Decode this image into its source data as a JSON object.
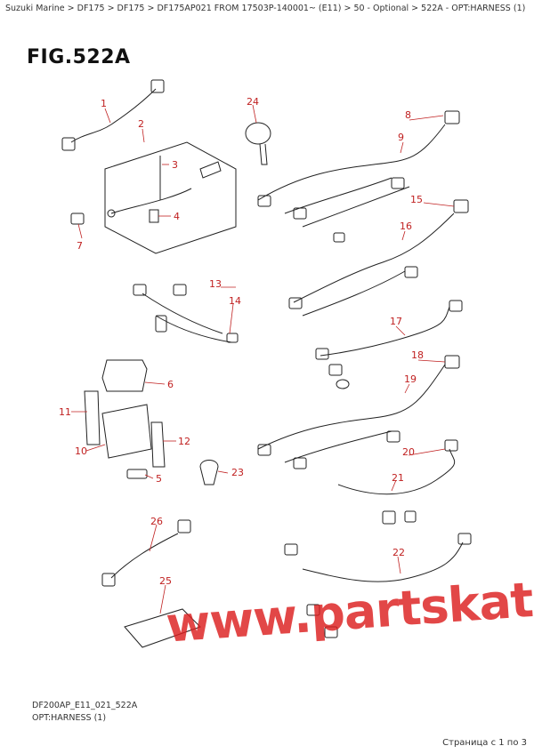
{
  "breadcrumb": "Suzuki Marine > DF175 > DF175 > DF175AP021 FROM 17503P-140001~ (E11) > 50 - Optional > 522A - OPT:HARNESS (1)",
  "figure": {
    "title": "FIG.522A"
  },
  "callouts": [
    {
      "id": "c1",
      "label": "1"
    },
    {
      "id": "c2",
      "label": "2"
    },
    {
      "id": "c3",
      "label": "3"
    },
    {
      "id": "c4",
      "label": "4"
    },
    {
      "id": "c5",
      "label": "5"
    },
    {
      "id": "c6",
      "label": "6"
    },
    {
      "id": "c7",
      "label": "7"
    },
    {
      "id": "c8",
      "label": "8"
    },
    {
      "id": "c9",
      "label": "9"
    },
    {
      "id": "c10",
      "label": "10"
    },
    {
      "id": "c11",
      "label": "11"
    },
    {
      "id": "c12",
      "label": "12"
    },
    {
      "id": "c13",
      "label": "13"
    },
    {
      "id": "c14",
      "label": "14"
    },
    {
      "id": "c15",
      "label": "15"
    },
    {
      "id": "c16",
      "label": "16"
    },
    {
      "id": "c17",
      "label": "17"
    },
    {
      "id": "c18",
      "label": "18"
    },
    {
      "id": "c19",
      "label": "19"
    },
    {
      "id": "c20",
      "label": "20"
    },
    {
      "id": "c21",
      "label": "21"
    },
    {
      "id": "c22",
      "label": "22"
    },
    {
      "id": "c23",
      "label": "23"
    },
    {
      "id": "c24",
      "label": "24"
    },
    {
      "id": "c25",
      "label": "25"
    },
    {
      "id": "c26",
      "label": "26"
    }
  ],
  "footer": {
    "code": "DF200AP_E11_021_522A",
    "name": "OPT:HARNESS (1)",
    "page": "Страница с 1 по 3"
  },
  "watermark": "www.partskatalog.ru"
}
